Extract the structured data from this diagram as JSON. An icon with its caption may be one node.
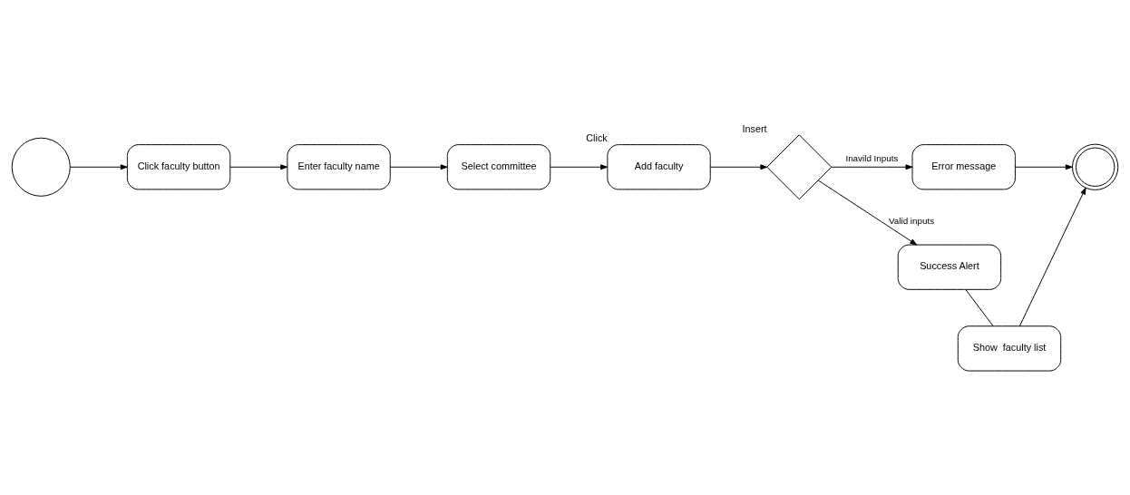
{
  "diagram": {
    "nodes": [
      {
        "text": [],
        "shape": "circle"
      },
      {
        "text": [
          "Click faculty button"
        ]
      },
      {
        "text": [
          "Enter faculty name"
        ]
      },
      {
        "text": [
          "Select committee"
        ]
      },
      {
        "text": [
          "Add faculty"
        ],
        "beside": [
          "Click"
        ]
      },
      {
        "text": [],
        "shape": "diamond",
        "beside": [
          "Insert"
        ]
      },
      {
        "text": [
          "Error message"
        ]
      },
      {
        "text": [
          "Success Alert"
        ]
      },
      {
        "text": [
          "Show  faculty list"
        ]
      },
      {
        "text": [],
        "shape": "doublecircle"
      }
    ],
    "edges": [
      {
        "from": 0,
        "to": 1,
        "arrow": "to"
      },
      {
        "from": 1,
        "to": 2,
        "arrow": "to"
      },
      {
        "from": 2,
        "to": 3,
        "arrow": "to"
      },
      {
        "from": 3,
        "to": 4,
        "arrow": "to"
      },
      {
        "from": 4,
        "to": 5,
        "arrow": "to"
      },
      {
        "from": 5,
        "to": 6,
        "arrow": "to",
        "label": "Inavild Inputs"
      },
      {
        "from": 5,
        "to": 7,
        "arrow": "to",
        "label": "Valid inputs"
      },
      {
        "from": 7,
        "to": 8,
        "arrow": "none"
      },
      {
        "from": 8,
        "to": 9,
        "arrow": "to"
      },
      {
        "from": 6,
        "to": 9,
        "arrow": "to"
      }
    ]
  }
}
